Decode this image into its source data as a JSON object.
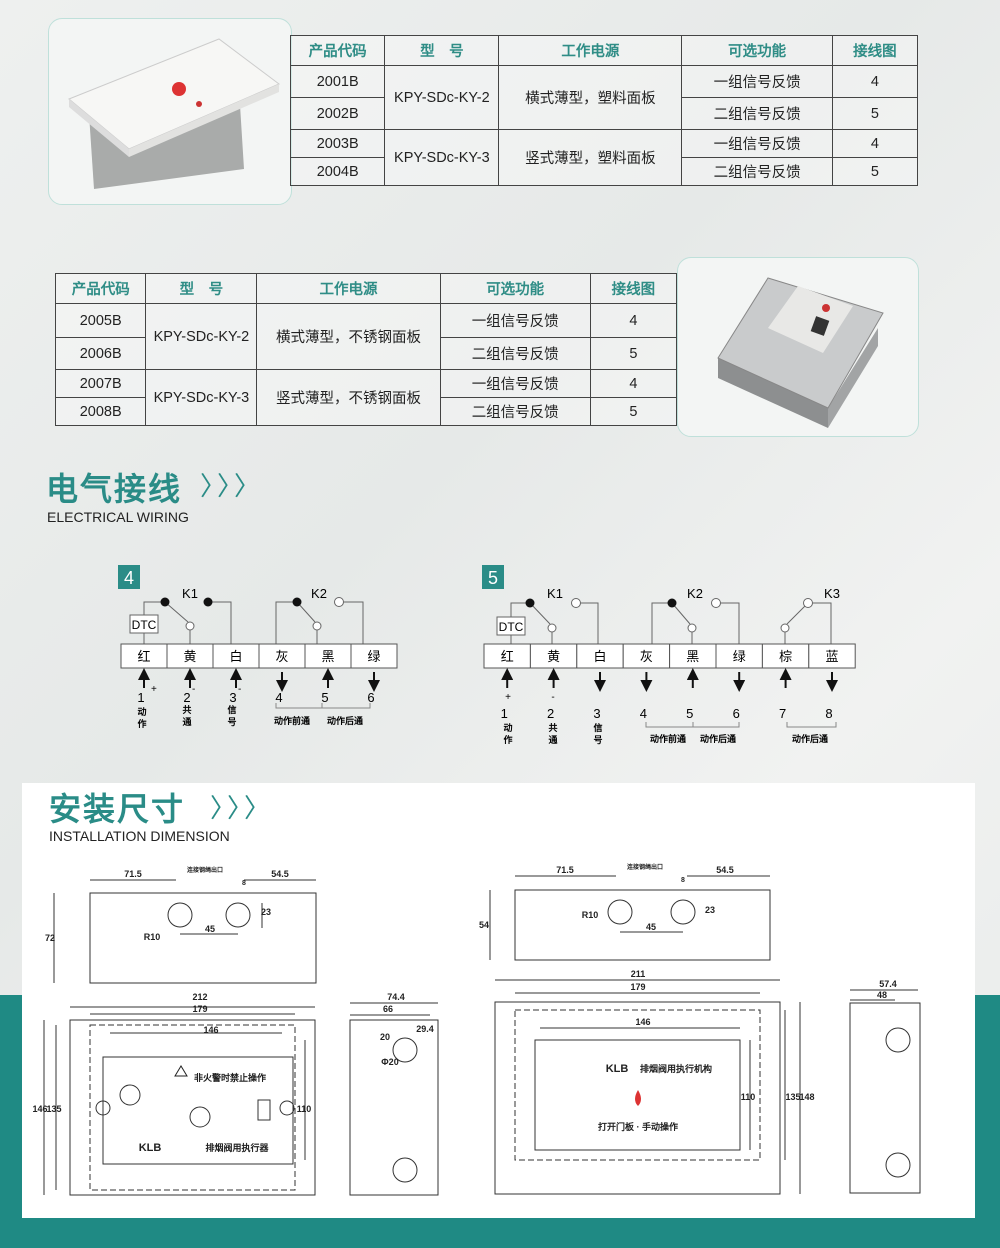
{
  "table1": {
    "headers": [
      "产品代码",
      "型　号",
      "工作电源",
      "可选功能",
      "接线图"
    ],
    "rows": [
      {
        "code": "2001B",
        "func": "一组信号反馈",
        "wiring": "4"
      },
      {
        "code": "2002B",
        "func": "二组信号反馈",
        "wiring": "5"
      },
      {
        "code": "2003B",
        "func": "一组信号反馈",
        "wiring": "4"
      },
      {
        "code": "2004B",
        "func": "二组信号反馈",
        "wiring": "5"
      }
    ],
    "models": [
      "KPY-SDc-KY-2",
      "KPY-SDc-KY-3"
    ],
    "power": [
      "横式薄型，塑料面板",
      "竖式薄型，塑料面板"
    ]
  },
  "table2": {
    "headers": [
      "产品代码",
      "型　号",
      "工作电源",
      "可选功能",
      "接线图"
    ],
    "rows": [
      {
        "code": "2005B",
        "func": "一组信号反馈",
        "wiring": "4"
      },
      {
        "code": "2006B",
        "func": "二组信号反馈",
        "wiring": "5"
      },
      {
        "code": "2007B",
        "func": "一组信号反馈",
        "wiring": "4"
      },
      {
        "code": "2008B",
        "func": "二组信号反馈",
        "wiring": "5"
      }
    ],
    "models": [
      "KPY-SDc-KY-2",
      "KPY-SDc-KY-3"
    ],
    "power": [
      "横式薄型，不锈钢面板",
      "竖式薄型，不锈钢面板"
    ]
  },
  "wiring_section": {
    "title_cn": "电气接线",
    "title_en": "ELECTRICAL WIRING",
    "chevrons": "〉〉〉"
  },
  "install_section": {
    "title_cn": "安装尺寸",
    "title_en": "INSTALLATION DIMENSION",
    "chevrons": "〉〉〉"
  },
  "diagram4": {
    "number": "4",
    "dtc": "DTC",
    "k1": "K1",
    "k2": "K2",
    "terminals": [
      "红",
      "黄",
      "白",
      "灰",
      "黑",
      "绿"
    ],
    "numbers": [
      "1",
      "2",
      "3",
      "4",
      "5",
      "6"
    ],
    "signs": [
      "+",
      "-",
      "-"
    ],
    "labels": {
      "l1a": "动",
      "l1b": "作",
      "l2a": "共",
      "l2b": "通",
      "l3a": "信",
      "l3b": "号",
      "front": "动作前通",
      "back": "动作后通"
    }
  },
  "diagram5": {
    "number": "5",
    "dtc": "DTC",
    "k1": "K1",
    "k2": "K2",
    "k3": "K3",
    "terminals": [
      "红",
      "黄",
      "白",
      "灰",
      "黑",
      "绿",
      "棕",
      "蓝"
    ],
    "numbers": [
      "1",
      "2",
      "3",
      "4",
      "5",
      "6",
      "7",
      "8"
    ],
    "signs": [
      "+",
      "-"
    ],
    "labels": {
      "l1a": "动",
      "l1b": "作",
      "l2a": "共",
      "l2b": "通",
      "l3a": "信",
      "l3b": "号",
      "front": "动作前通",
      "back": "动作后通",
      "back2": "动作后通"
    }
  },
  "drawing_left": {
    "d71": "71.5",
    "d54": "54.5",
    "d8": "8",
    "d23": "23",
    "d45": "45",
    "r10": "R10",
    "h72": "72",
    "outlet": "连接钢绳出口",
    "w212": "212",
    "w179": "179",
    "w146": "146",
    "h146": "146",
    "h135": "135",
    "h110": "110",
    "warning": "非火警时禁止操作",
    "brand": "KLB",
    "product": "排烟阀用执行器",
    "s744": "74.4",
    "s66": "66",
    "s294": "29.4",
    "s20": "20",
    "phi20": "Φ20"
  },
  "drawing_right": {
    "d71": "71.5",
    "d54": "54.5",
    "d8": "8",
    "d23": "23",
    "d45": "45",
    "r10": "R10",
    "h54": "54",
    "outlet": "连接钢绳出口",
    "w211": "211",
    "w179": "179",
    "w146": "146",
    "h148": "148",
    "h135": "135",
    "h110": "110",
    "brand": "KLB",
    "product": "排烟阀用执行机构",
    "action": "打开门板 · 手动操作",
    "s574": "57.4",
    "s48": "48"
  },
  "colors": {
    "accent": "#2a8c87",
    "band": "#1f8a84"
  }
}
